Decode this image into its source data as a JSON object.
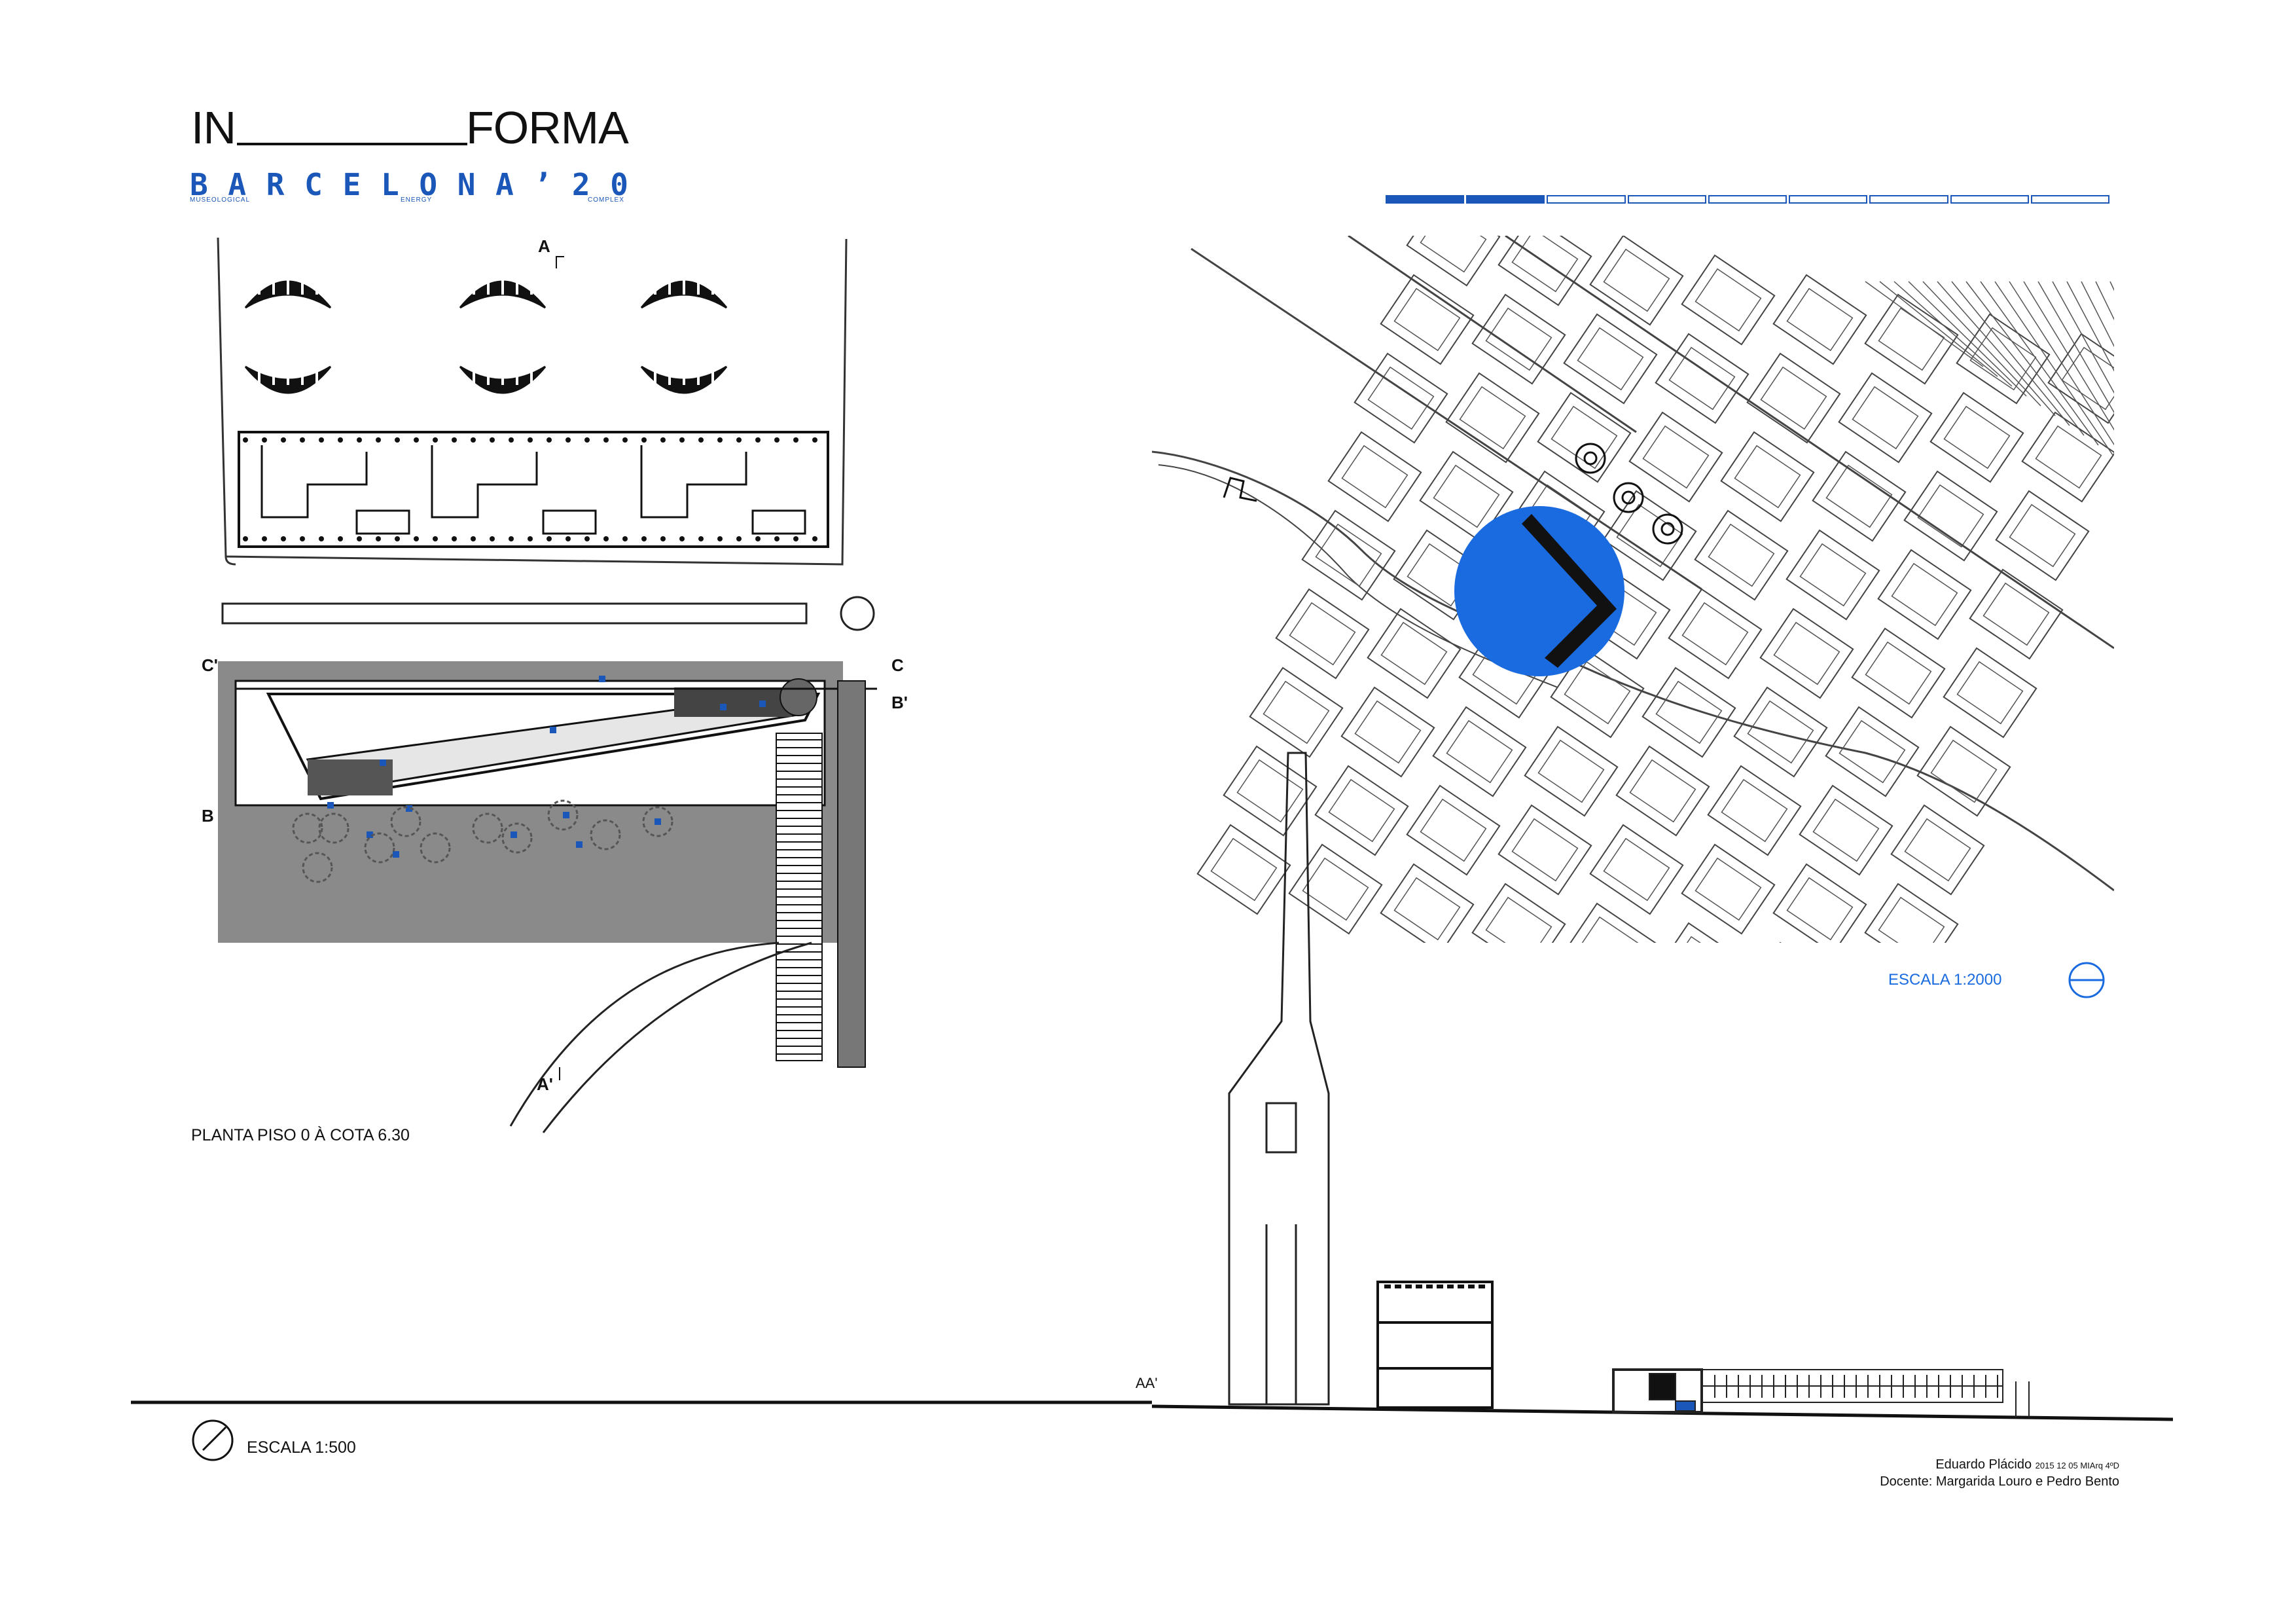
{
  "title": {
    "left_word": "IN",
    "right_word": "FORMA",
    "subtitle_letters": [
      "B",
      "A",
      "R",
      "C",
      "E",
      "L",
      "O",
      "N",
      "A",
      "’",
      "2",
      "0"
    ],
    "tags": [
      "MUSEOLOGICAL",
      "ENERGY",
      "COMPLEX"
    ]
  },
  "progress": {
    "total": 9,
    "completed": 2
  },
  "plan": {
    "caption": "PLANTA PISO 0 À COTA 6.30",
    "scale": "ESCALA 1:500",
    "section_marks": [
      "A",
      "A'",
      "B",
      "B'",
      "C",
      "C'"
    ]
  },
  "site_map": {
    "scale": "ESCALA 1:2000"
  },
  "section": {
    "label": "AA'"
  },
  "credits": {
    "author_line": "Eduardo Plácido",
    "author_meta": "2015 12 05  MIArq 4ºD",
    "tutors_line": "Docente: Margarida Louro e Pedro Bento"
  },
  "colors": {
    "accent_blue": "#1a57b8",
    "highlight_blue": "#1a6be0",
    "plan_gray": "#8a8a8a",
    "ink": "#111111"
  }
}
